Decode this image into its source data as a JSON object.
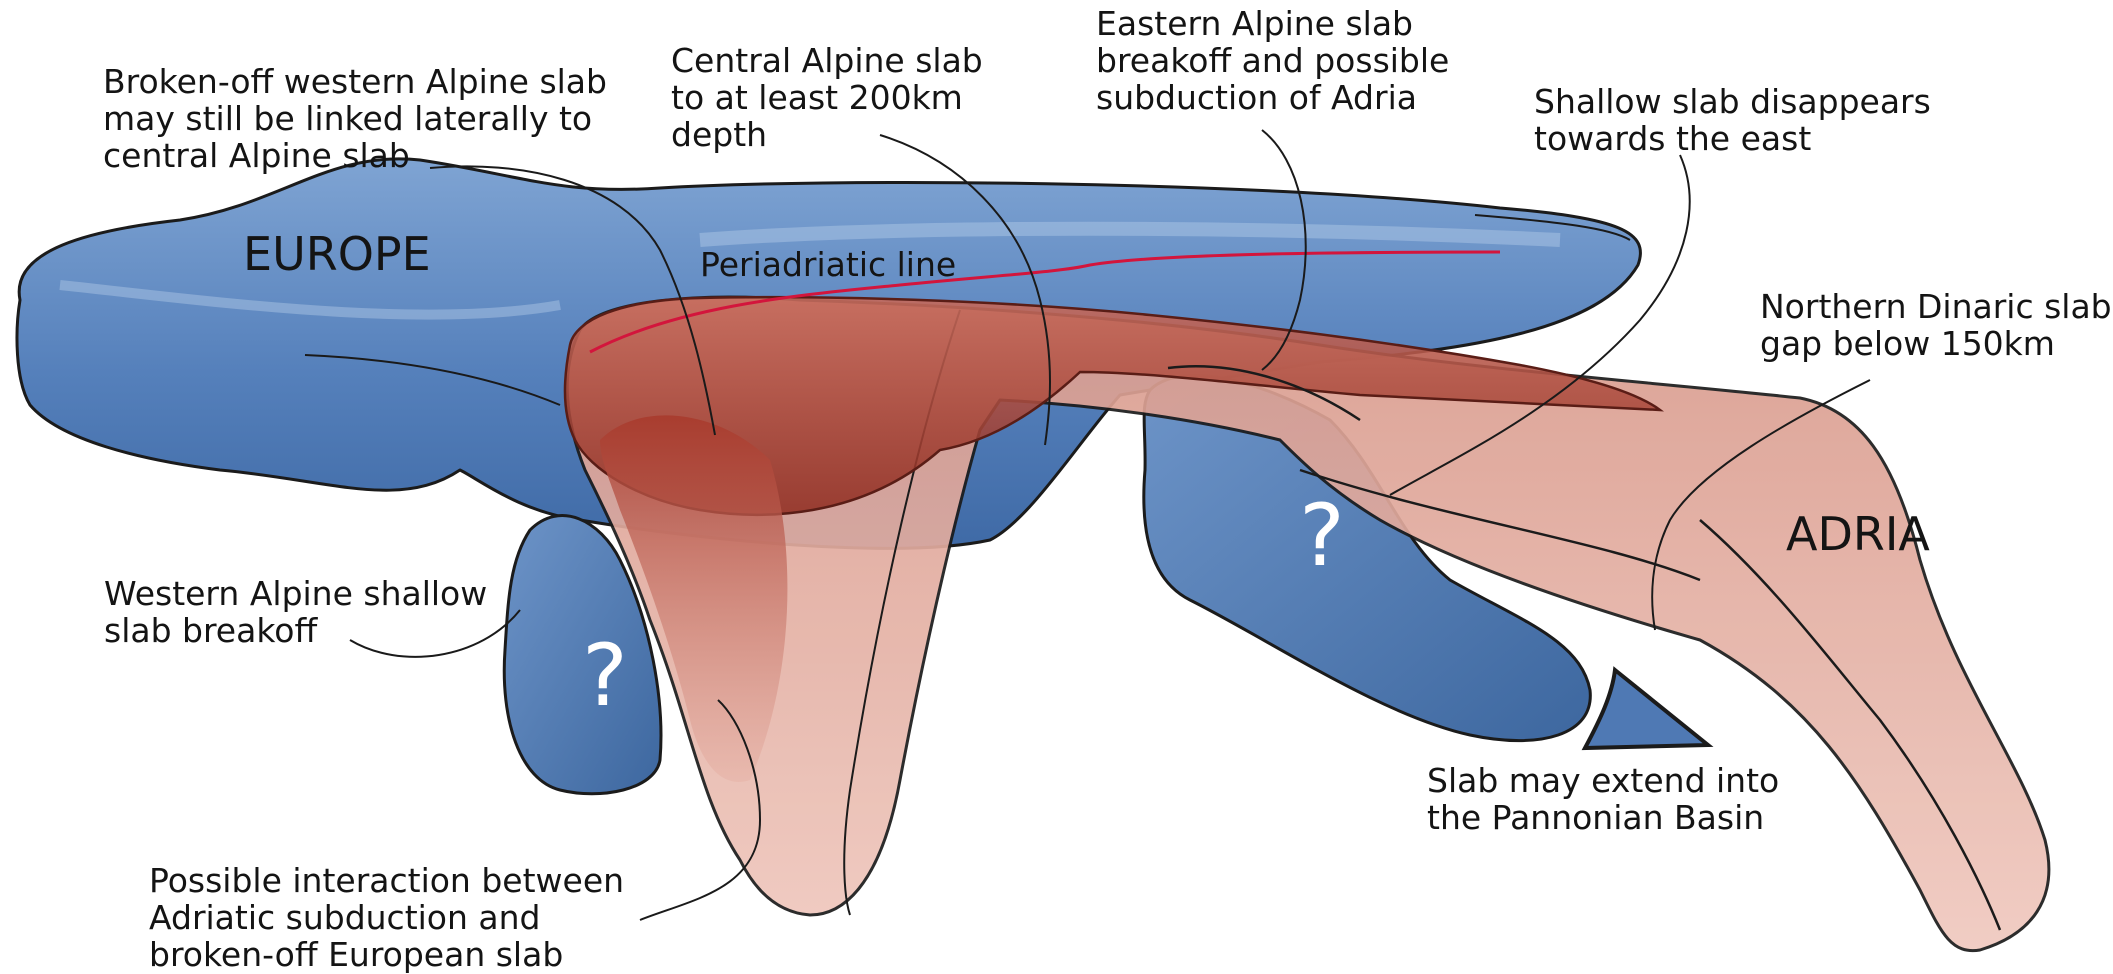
{
  "labels": {
    "western_link": [
      "Broken-off western Alpine slab",
      "may still be linked laterally to",
      "central Alpine slab"
    ],
    "central_depth": [
      "Central Alpine slab",
      "to at least 200km",
      "depth"
    ],
    "eastern_breakoff": [
      "Eastern Alpine slab",
      "breakoff and possible",
      "subduction of Adria"
    ],
    "shallow_east": [
      "Shallow slab disappears",
      "towards the east"
    ],
    "dinaric_gap": [
      "Northern Dinaric slab",
      "gap below 150km"
    ],
    "western_shallow": [
      "Western Alpine shallow",
      "slab breakoff"
    ],
    "pannonian": [
      "Slab may extend into",
      "the Pannonian Basin"
    ],
    "interaction": [
      "Possible interaction between",
      "Adriatic subduction and",
      "broken-off European slab"
    ],
    "periadriatic": "Periadriatic line"
  },
  "regions": {
    "europe": "EUROPE",
    "adria": "ADRIA"
  },
  "unknowns": {
    "west": "?",
    "east": "?"
  },
  "colors": {
    "european_plate": "#4f79b4",
    "european_plate_highlight": "#8eb0d8",
    "adriatic_plate": "#e8b6aa",
    "adriatic_plate_dark": "#9c3a2c",
    "periadriatic_line": "#d3153c",
    "ink": "#141414"
  }
}
